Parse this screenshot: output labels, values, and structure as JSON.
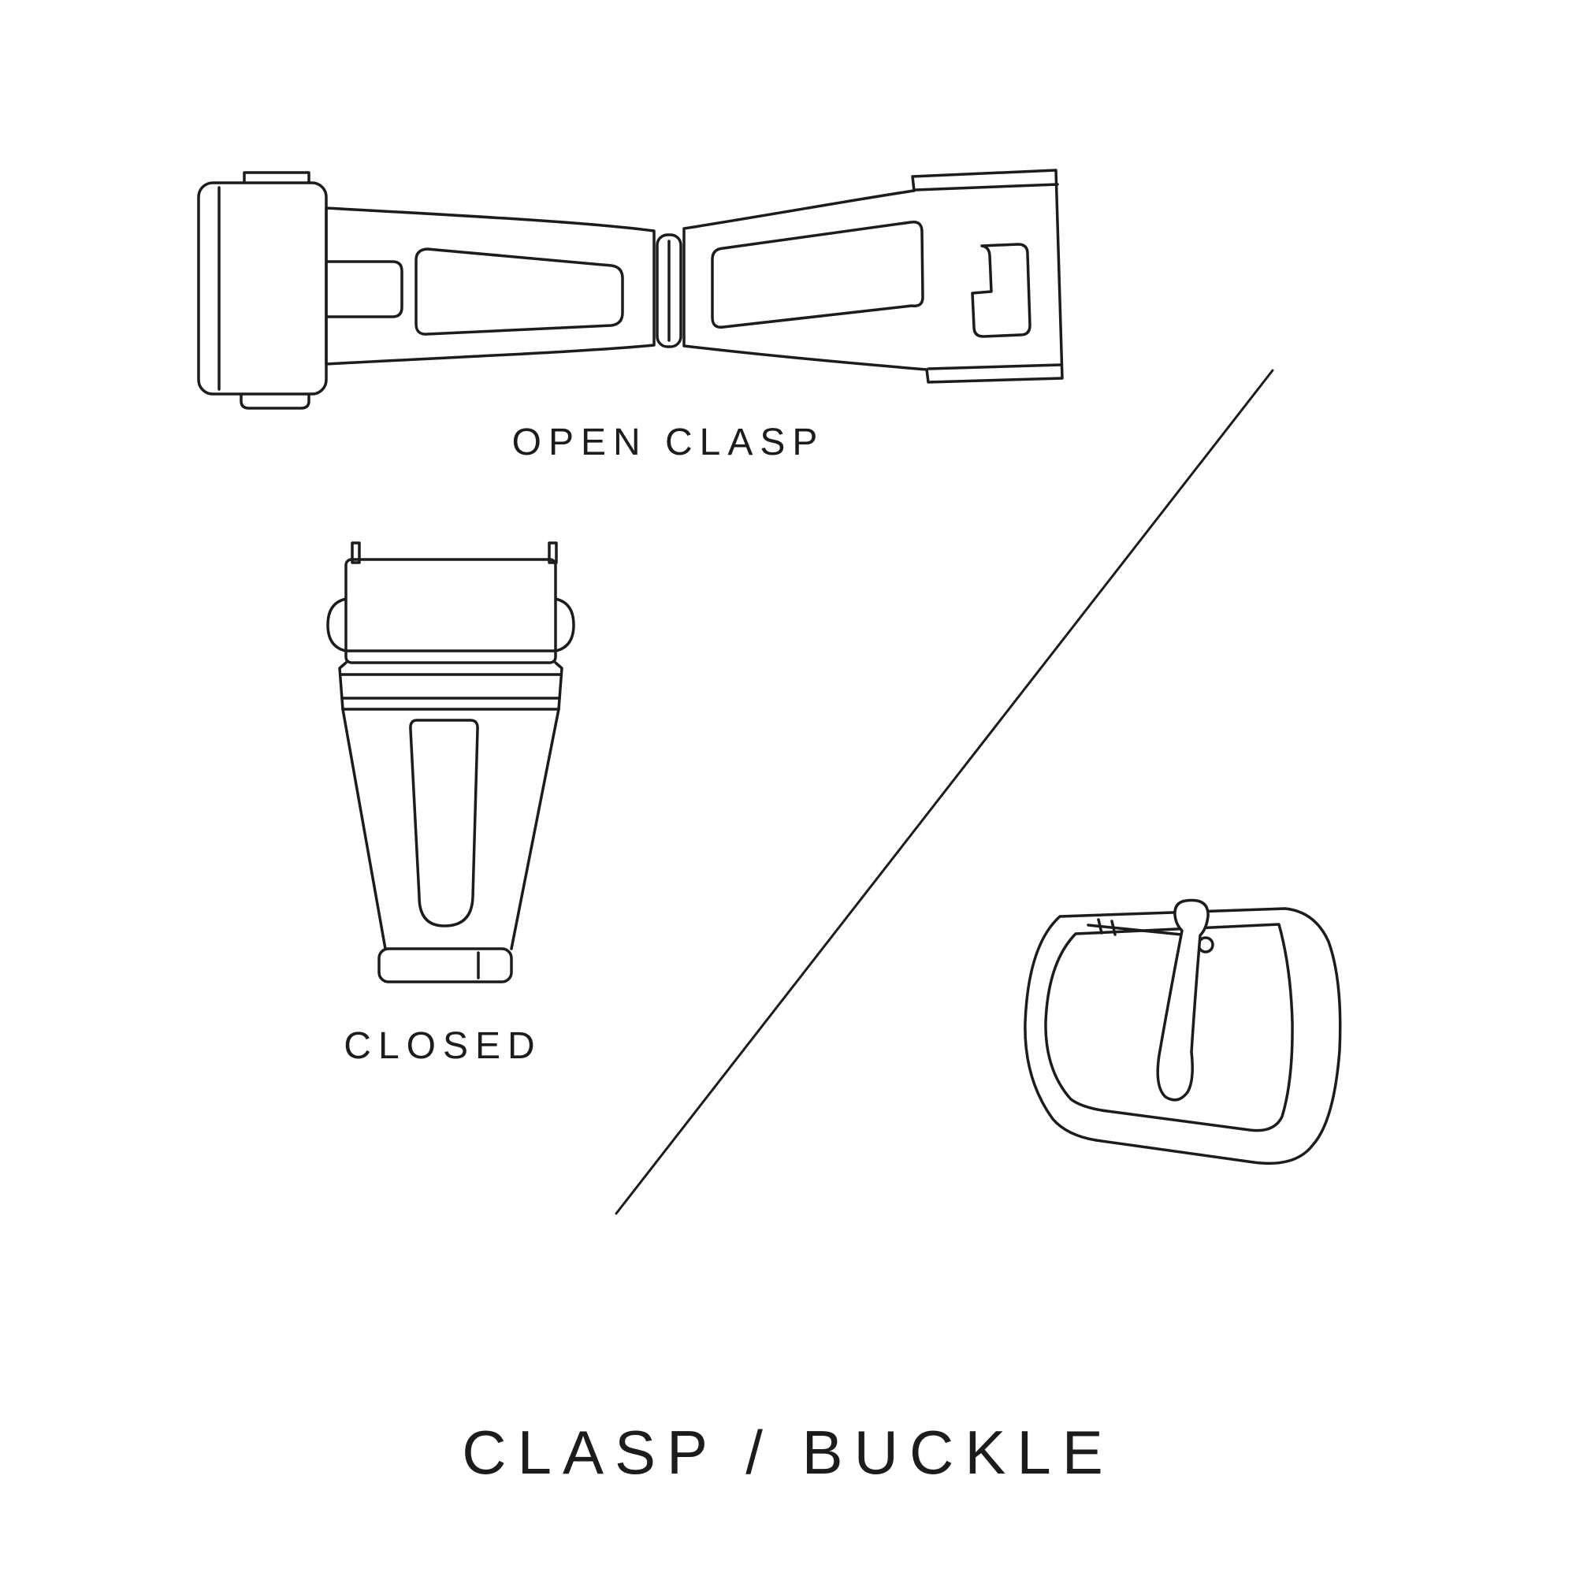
{
  "title": "CLASP / BUCKLE",
  "figures": {
    "open_clasp": {
      "caption": "OPEN CLASP",
      "icon": "open-clasp-illustration"
    },
    "closed_clasp": {
      "caption": "CLOSED",
      "icon": "closed-clasp-illustration"
    },
    "buckle": {
      "caption": "",
      "icon": "buckle-illustration"
    }
  },
  "divider": {
    "icon": "diagonal-divider-line"
  },
  "colors": {
    "background": "#ffffff",
    "line": "#1c1c1c",
    "text": "#1c1c1c"
  }
}
